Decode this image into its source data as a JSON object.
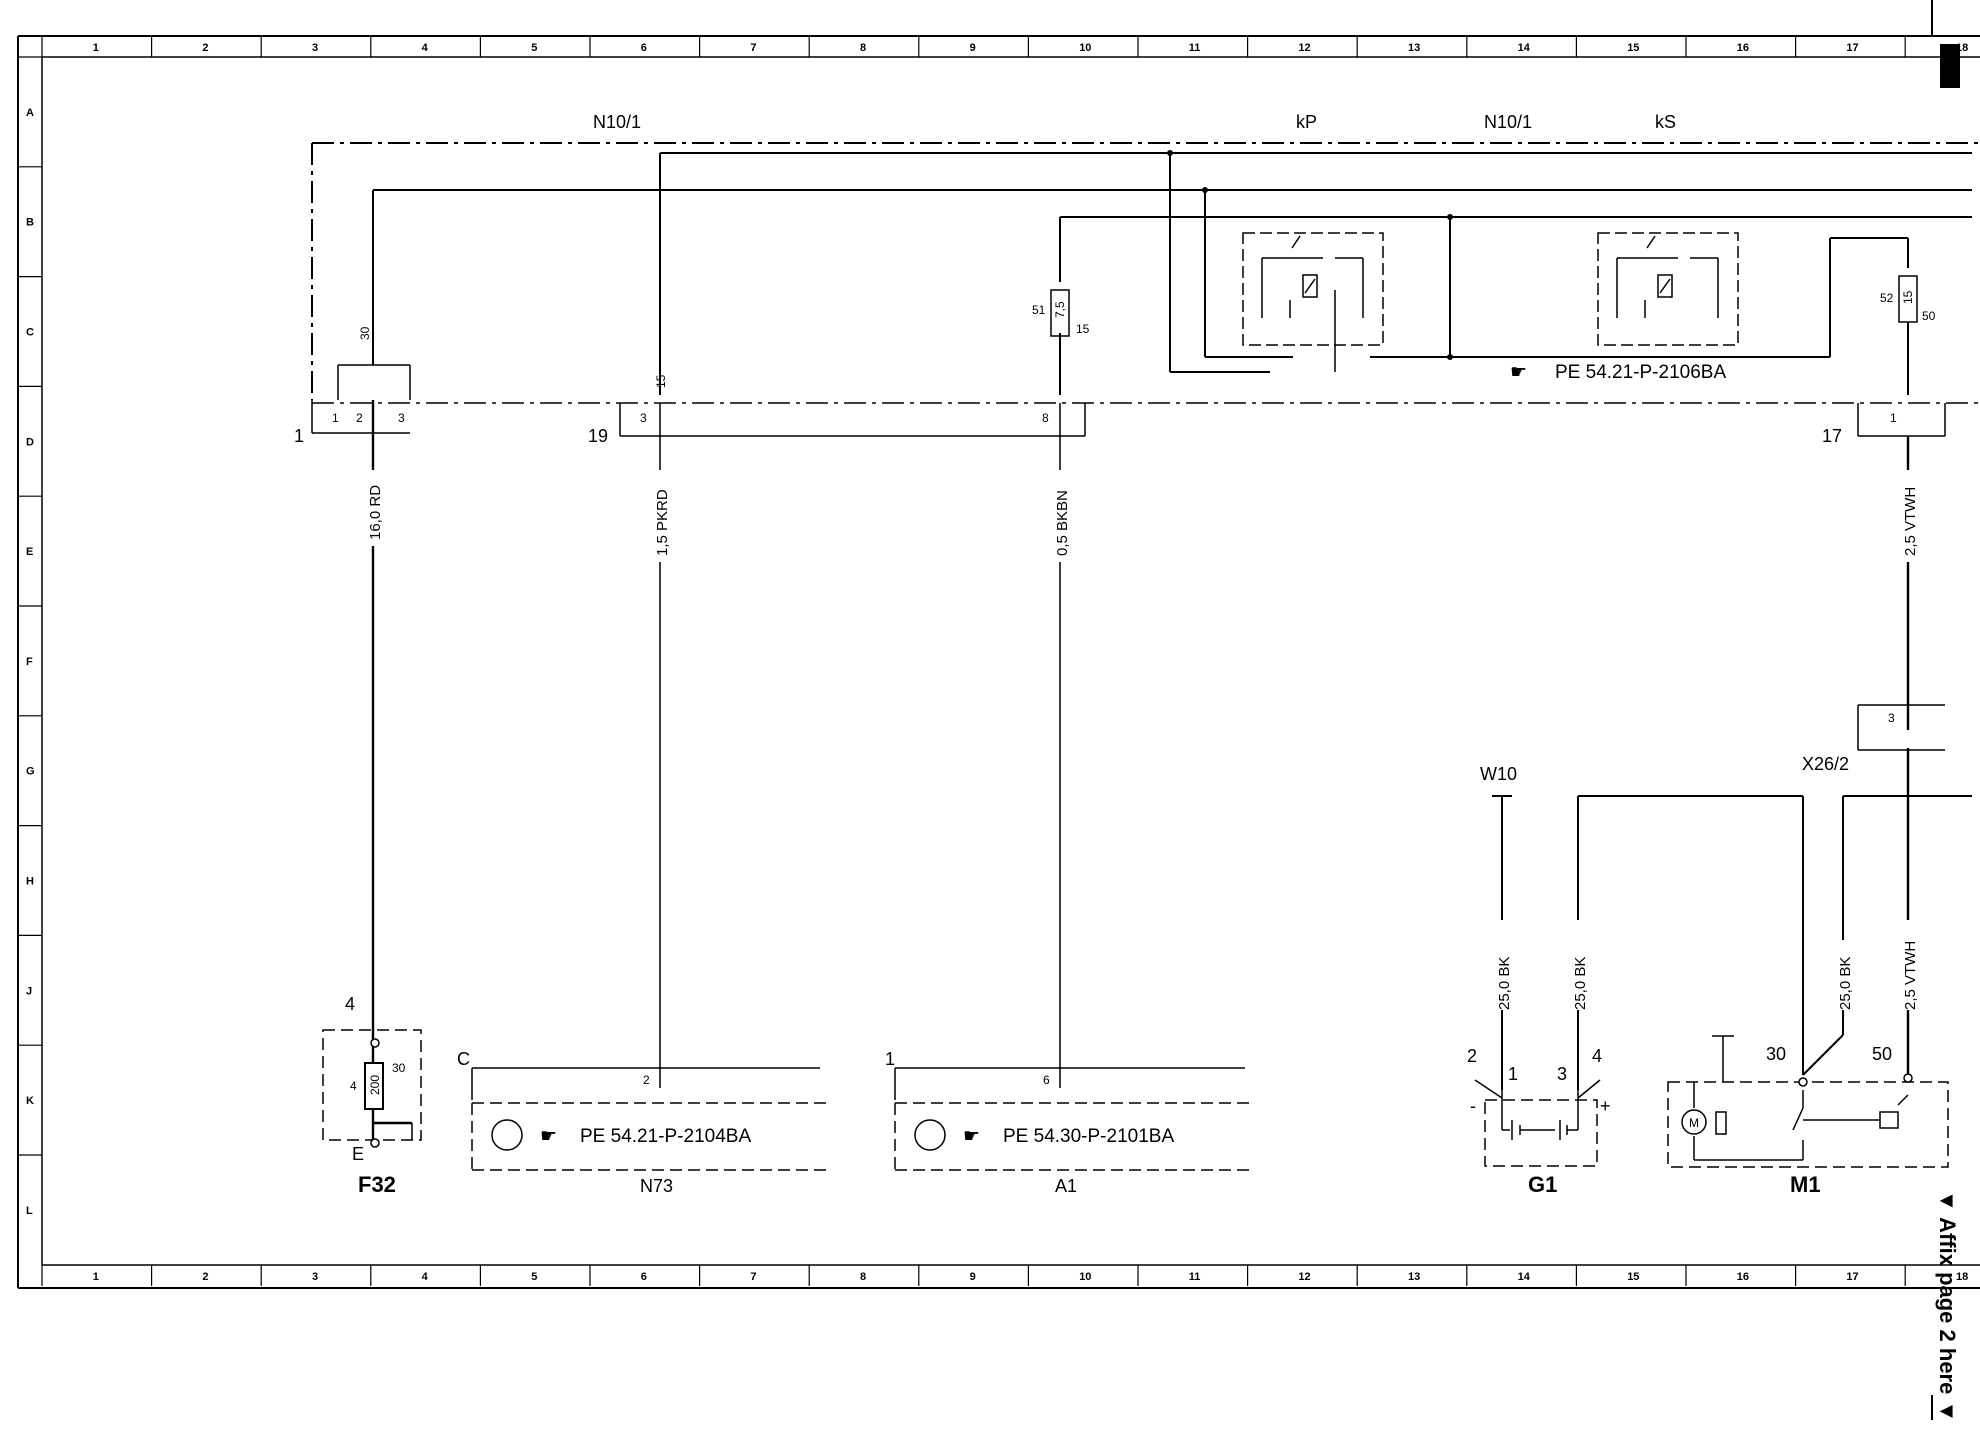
{
  "grid": {
    "columns": [
      "1",
      "2",
      "3",
      "4",
      "5",
      "6",
      "7",
      "8",
      "9",
      "10",
      "11",
      "12",
      "13",
      "14",
      "15",
      "16",
      "17",
      "18"
    ],
    "rows": [
      "A",
      "B",
      "C",
      "D",
      "E",
      "F",
      "G",
      "H",
      "J",
      "K",
      "L"
    ]
  },
  "modules": {
    "top_left": "N10/1",
    "top_right": "N10/1",
    "relay_kp": "kP",
    "relay_ks": "kS",
    "relay_ref": "PE 54.21-P-2106BA"
  },
  "connectors": {
    "c1": "1",
    "c19": "19",
    "c17": "17",
    "pins_top": [
      "1",
      "2",
      "3"
    ],
    "pin30_top": "30",
    "pin15_top": "15",
    "pin3_c19": "3",
    "pin8": "8",
    "pin1_c17": "1",
    "pin3_x26": "3"
  },
  "fuses": {
    "f_left": {
      "value": "7,5",
      "in": "51",
      "out": "15"
    },
    "f_right": {
      "value": "15",
      "in": "52",
      "out": "50"
    }
  },
  "wires": {
    "w1": "16,0 RD",
    "w2": "1,5 PKRD",
    "w3": "0,5 BKBN",
    "w4": "2,5 VTWH",
    "w5": "25,0 BK",
    "w6": "25,0 BK",
    "w7": "25,0 BK",
    "w8": "2,5 VTWH"
  },
  "components": {
    "f32": {
      "name": "F32",
      "pin_top": "4",
      "pin_left": "4",
      "pin_30": "30",
      "pin_e": "E",
      "value": "200"
    },
    "n73": {
      "name": "N73",
      "corner": "C",
      "pin": "2",
      "ref": "PE 54.21-P-2104BA"
    },
    "a1": {
      "name": "A1",
      "corner": "1",
      "pin": "6",
      "ref": "PE 54.30-P-2101BA"
    },
    "w10": {
      "name": "W10"
    },
    "x26": {
      "name": "X26/2"
    },
    "g1": {
      "name": "G1",
      "p2": "2",
      "p1": "1",
      "p3": "3",
      "p4": "4",
      "minus": "-",
      "plus": "+"
    },
    "m1": {
      "name": "M1",
      "p30": "30",
      "p50": "50",
      "motor": "M"
    }
  },
  "footer": {
    "affix": "▼ Affix page 2 here ▼"
  }
}
